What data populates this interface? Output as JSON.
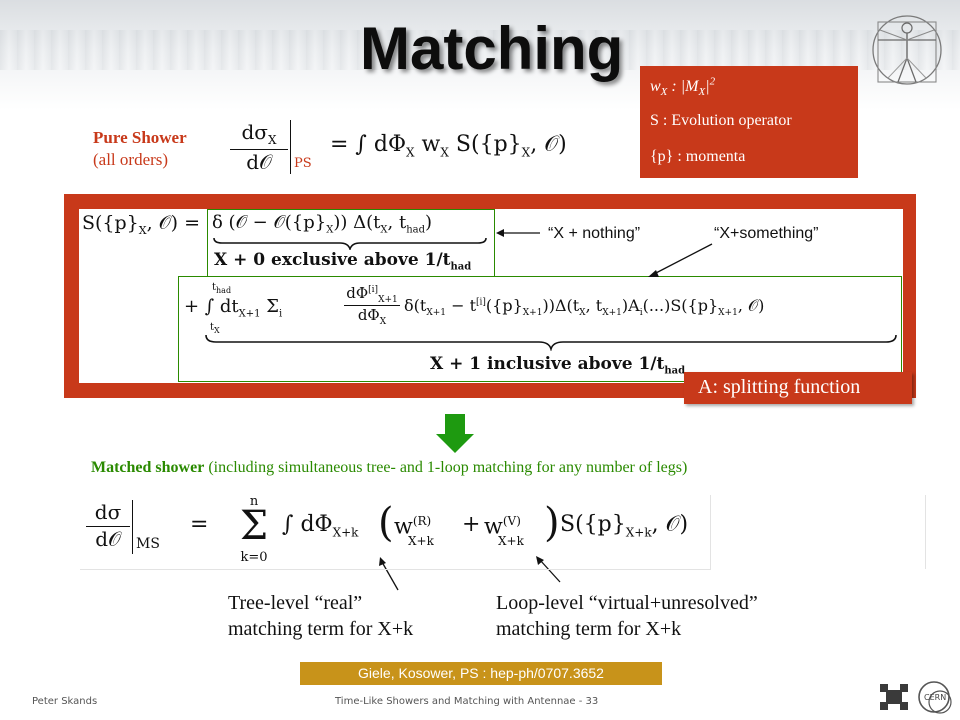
{
  "slide": {
    "title": "Matching",
    "legend": {
      "line1_a": "w",
      "line1_sub": "X",
      "line1_b": " : |M",
      "line1_sub2": "X",
      "line1_c": "|",
      "line1_sup": "2",
      "line2": "S : Evolution operator",
      "line3": "{p} : momenta"
    },
    "pure_shower": {
      "line1": "Pure Shower",
      "line2": "(all orders)"
    },
    "labels": {
      "nothing": "“X + nothing”",
      "something": "“X+something”",
      "splitting": "A: splitting function"
    },
    "matched": {
      "bold": "Matched shower",
      "rest": " (including simultaneous tree- and 1-loop matching for any number of legs)"
    },
    "tree_note": {
      "line1": "Tree-level “real”",
      "line2": "matching term for X+k"
    },
    "loop_note": {
      "line1": "Loop-level “virtual+unresolved”",
      "line2": "matching term for X+k"
    },
    "reference": "Giele, Kosower, PS : hep-ph/0707.3652",
    "footer": {
      "author": "Peter Skands",
      "talk": "Time-Like Showers and Matching with Antennae - 33"
    },
    "equations": {
      "ps_lhs_num": "dσ",
      "ps_lhs_num_sub": "X",
      "ps_lhs_den": "d𝒪",
      "ps_sub": "PS",
      "ps_rhs": "= ∫ dΦ",
      "ps_rhs_sub": "X",
      "ps_rhs_w": " w",
      "ps_rhs_w_sub": "X",
      "ps_rhs_s": " S({p}",
      "ps_rhs_s_sub": "X",
      "ps_rhs_end": ", 𝒪)",
      "s_lhs": "S({p}",
      "s_lhs_sub": "X",
      "s_lhs_end": ", 𝒪) =",
      "term1": "δ (𝒪 − 𝒪({p}",
      "term1_sub": "X",
      "term1_end": ")) Δ(t",
      "term1_sub2": "X",
      "term1_end2": ", t",
      "term1_sub3": "had",
      "term1_close": ")",
      "term1_under": "X + 0 exclusive above 1/t",
      "term1_under_sub": "had",
      "term2": "+ ∫ dt",
      "term2_sub": "X+1",
      "term2_sum": " Σ",
      "term2_sum_sub": "i",
      "term2_frac_num": "dΦ",
      "term2_frac_num_sup": "[i]",
      "term2_frac_num_sub": "X+1",
      "term2_frac_den": "dΦ",
      "term2_frac_den_sub": "X",
      "term2_rest": "δ(t",
      "term2_rest_sub": "X+1",
      "term2_rest2": " − t",
      "term2_rest2_sup": "[i]",
      "term2_rest3": "({p}",
      "term2_rest3_sub": "X+1",
      "term2_rest4": "))Δ(t",
      "term2_rest4_sub": "X",
      "term2_rest5": ", t",
      "term2_rest5_sub": "X+1",
      "term2_rest6": ")A",
      "term2_rest6_sub": "i",
      "term2_rest7": "(...)S({p}",
      "term2_rest7_sub": "X+1",
      "term2_rest8": ", 𝒪)",
      "int_upper": "t",
      "int_upper_sub": "had",
      "int_lower": "t",
      "int_lower_sub": "X",
      "term2_under": "X + 1 inclusive above 1/t",
      "term2_under_sub": "had",
      "ms_num": "dσ",
      "ms_den": "d𝒪",
      "ms_sub": "MS",
      "ms_eq": "=",
      "ms_sum": "Σ",
      "ms_sum_top": "n",
      "ms_sum_bot": "k=0",
      "ms_int": "∫ dΦ",
      "ms_int_sub": "X+k",
      "ms_open": "(",
      "ms_w1": "w",
      "ms_w1_sup": "(R)",
      "ms_w1_sub": "X+k",
      "ms_plus": "+",
      "ms_w2": "w",
      "ms_w2_sup": "(V)",
      "ms_w2_sub": "X+k",
      "ms_close": ")",
      "ms_s": "S({p}",
      "ms_s_sub": "X+k",
      "ms_s_end": ", 𝒪)"
    },
    "colors": {
      "accent_red": "#c8391a",
      "green": "#2a8a00",
      "ref_gold": "#c8931a"
    },
    "icons": [
      "vitruvian-man-logo",
      "fermilab-logo",
      "cern-logo",
      "down-arrow-icon"
    ]
  }
}
